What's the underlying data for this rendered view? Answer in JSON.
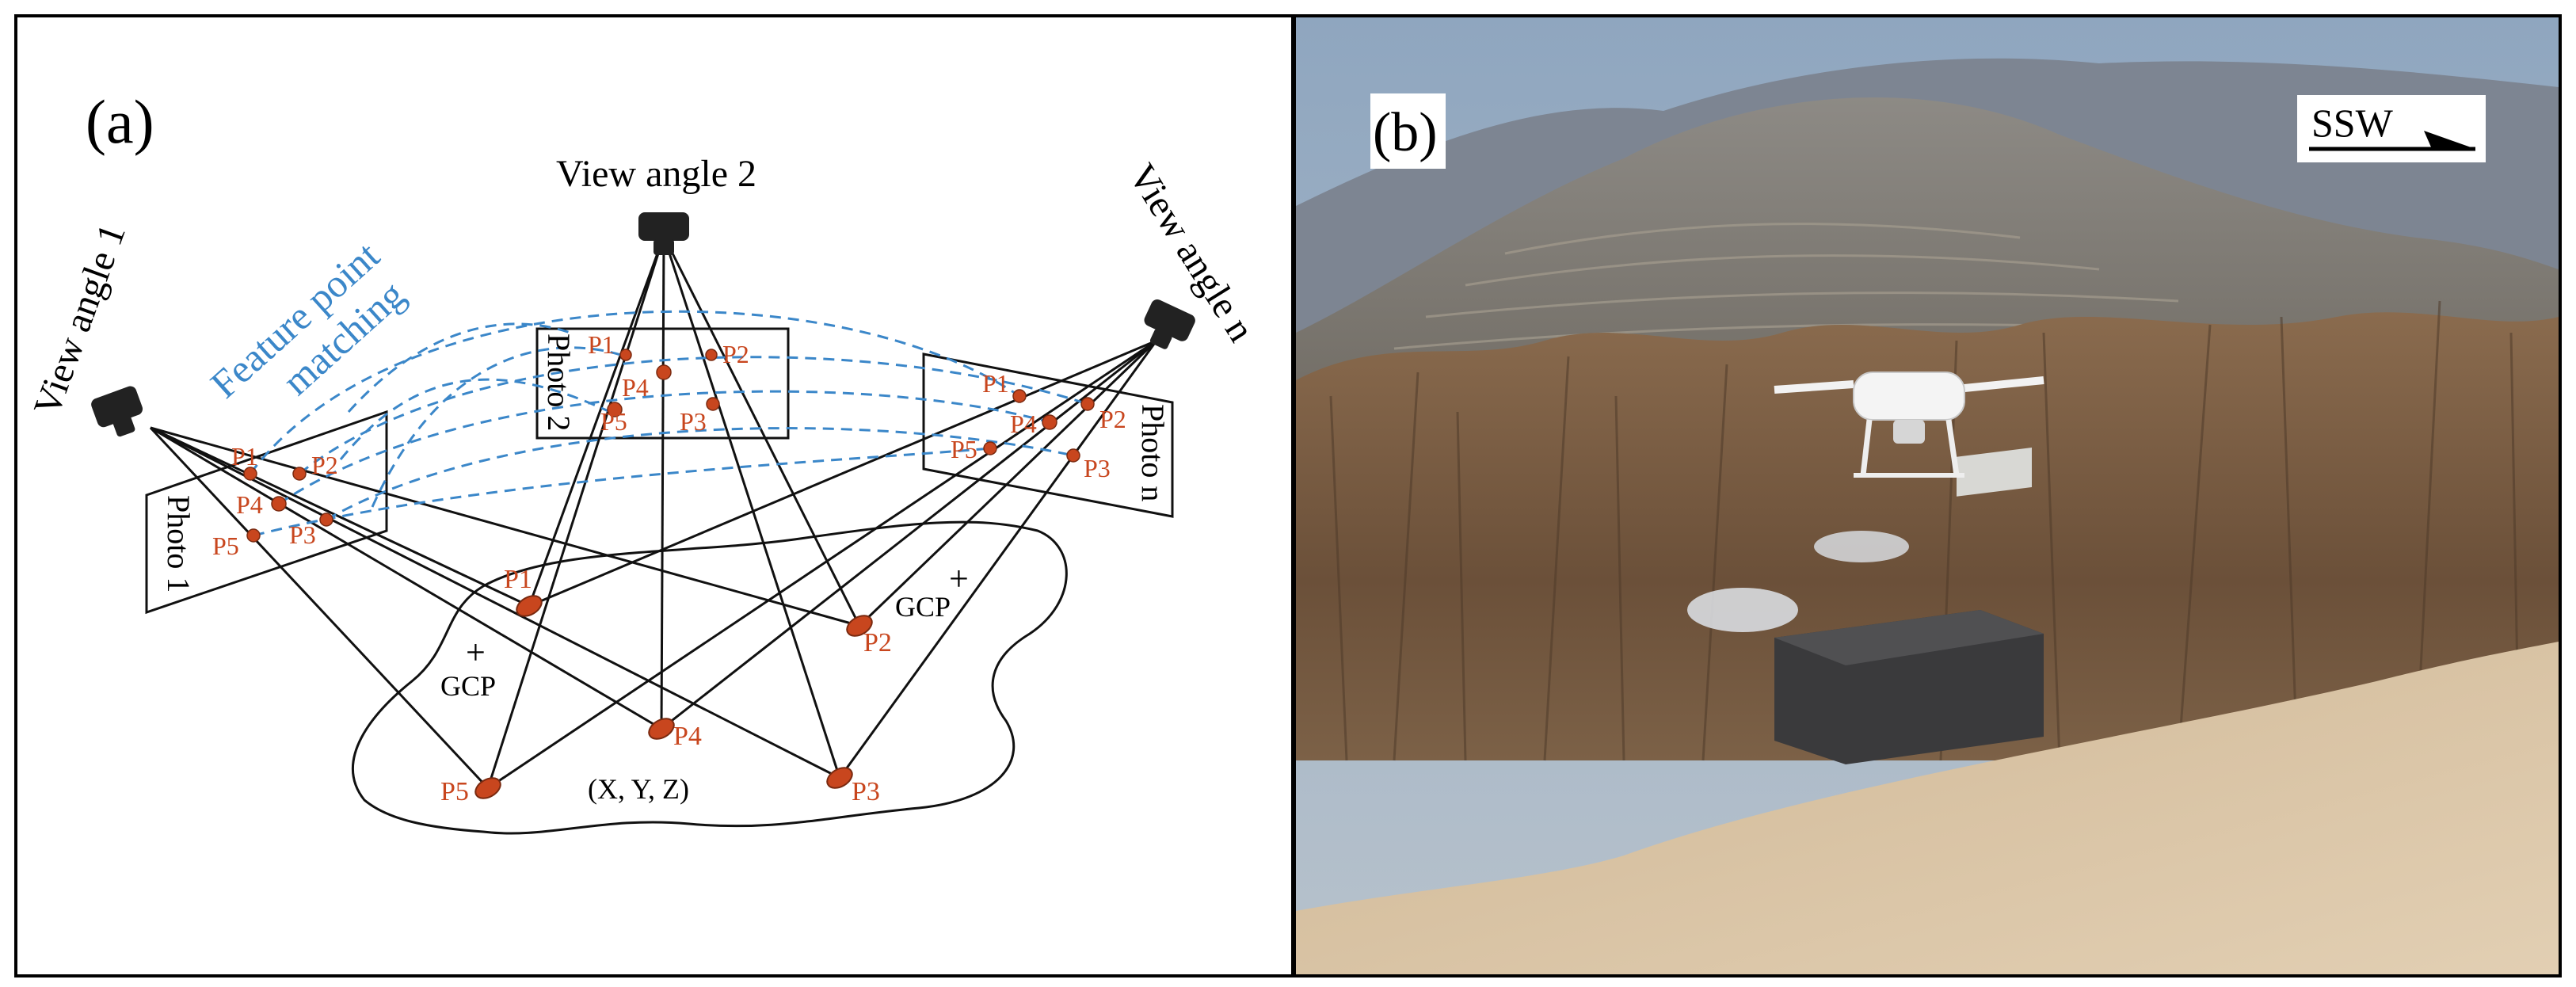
{
  "panel_a": {
    "label": "(a)",
    "view_angle_1": "View angle 1",
    "view_angle_2": "View angle 2",
    "view_angle_n": "View angle n",
    "feature_matching_line1": "Feature point",
    "feature_matching_line2": "matching",
    "photo_1": "Photo 1",
    "photo_2": "Photo 2",
    "photo_n": "Photo n",
    "point_labels": [
      "P1",
      "P2",
      "P3",
      "P4",
      "P5"
    ],
    "gcp_label": "GCP",
    "gcp_symbol": "+",
    "xyz": "(X, Y, Z)",
    "colors": {
      "point_fill": "#c8461e",
      "point_label": "#c8461e",
      "matching_curve": "#3b87c9",
      "line": "#111111"
    }
  },
  "panel_b": {
    "label": "(b)",
    "direction": "SSW",
    "photo_description_icon": "drone-field-photo"
  }
}
